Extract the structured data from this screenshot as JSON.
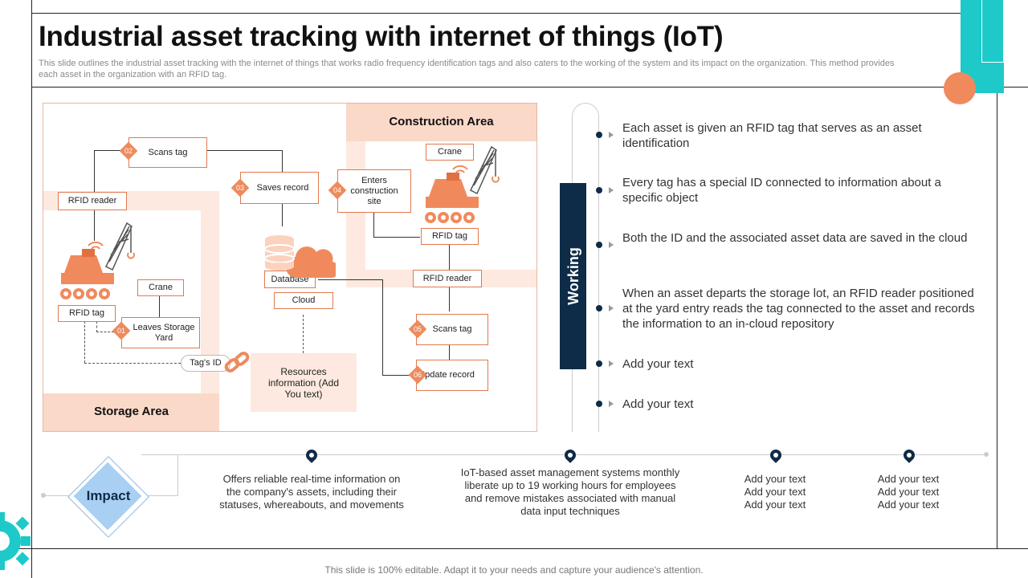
{
  "title": "Industrial asset tracking with internet of things (IoT)",
  "subtitle": "This slide outlines the industrial asset tracking with the internet of things that works radio frequency identification tags and also caters to the working of the system and its impact on the organization. This method provides each asset in the organization with an RFID tag.",
  "diagram": {
    "construction_area": "Construction Area",
    "storage_area": "Storage Area",
    "scans_tag_1": "Scans tag",
    "rfid_reader_1": "RFID reader",
    "saves_record": "Saves record",
    "enters_site": "Enters construction site",
    "crane_top": "Crane",
    "rfid_tag_top": "RFID tag",
    "rfid_reader_2": "RFID reader",
    "database": "Database",
    "cloud": "Cloud",
    "crane_left": "Crane",
    "rfid_tag_left": "RFID tag",
    "leaves_storage": "Leaves Storage Yard",
    "tags_id": "Tag's ID",
    "resources_info": "Resources information (Add You text)",
    "scans_tag_2": "Scans tag",
    "update_record": "Update record",
    "steps": [
      "01",
      "02",
      "03",
      "04",
      "05",
      "06"
    ]
  },
  "working": {
    "label": "Working",
    "items": [
      "Each asset is given an RFID tag that serves as an asset identification",
      "Every tag has a special ID connected to information about a specific object",
      "Both the ID and the associated asset data are saved in the cloud",
      "When an asset departs the storage lot, an RFID reader positioned at the yard entry reads the tag connected to the asset and records the information to an in-cloud repository",
      "Add your text",
      "Add your text"
    ]
  },
  "impact": {
    "label": "Impact",
    "items": [
      "Offers reliable real-time information on the company's assets, including their statuses, whereabouts, and movements",
      "IoT-based asset management systems monthly liberate up to 19 working hours for employees and remove mistakes associated with manual data input techniques",
      "Add your text\nAdd your text\nAdd your text",
      "Add your text\nAdd your text\nAdd your text"
    ]
  },
  "footer": "This slide is 100% editable. Adapt it to your needs and capture your audience's attention.",
  "colors": {
    "accent": "#ee8a5c",
    "navy": "#0e2b47",
    "teal": "#1ec9c9",
    "peach": "#fad9c8"
  }
}
